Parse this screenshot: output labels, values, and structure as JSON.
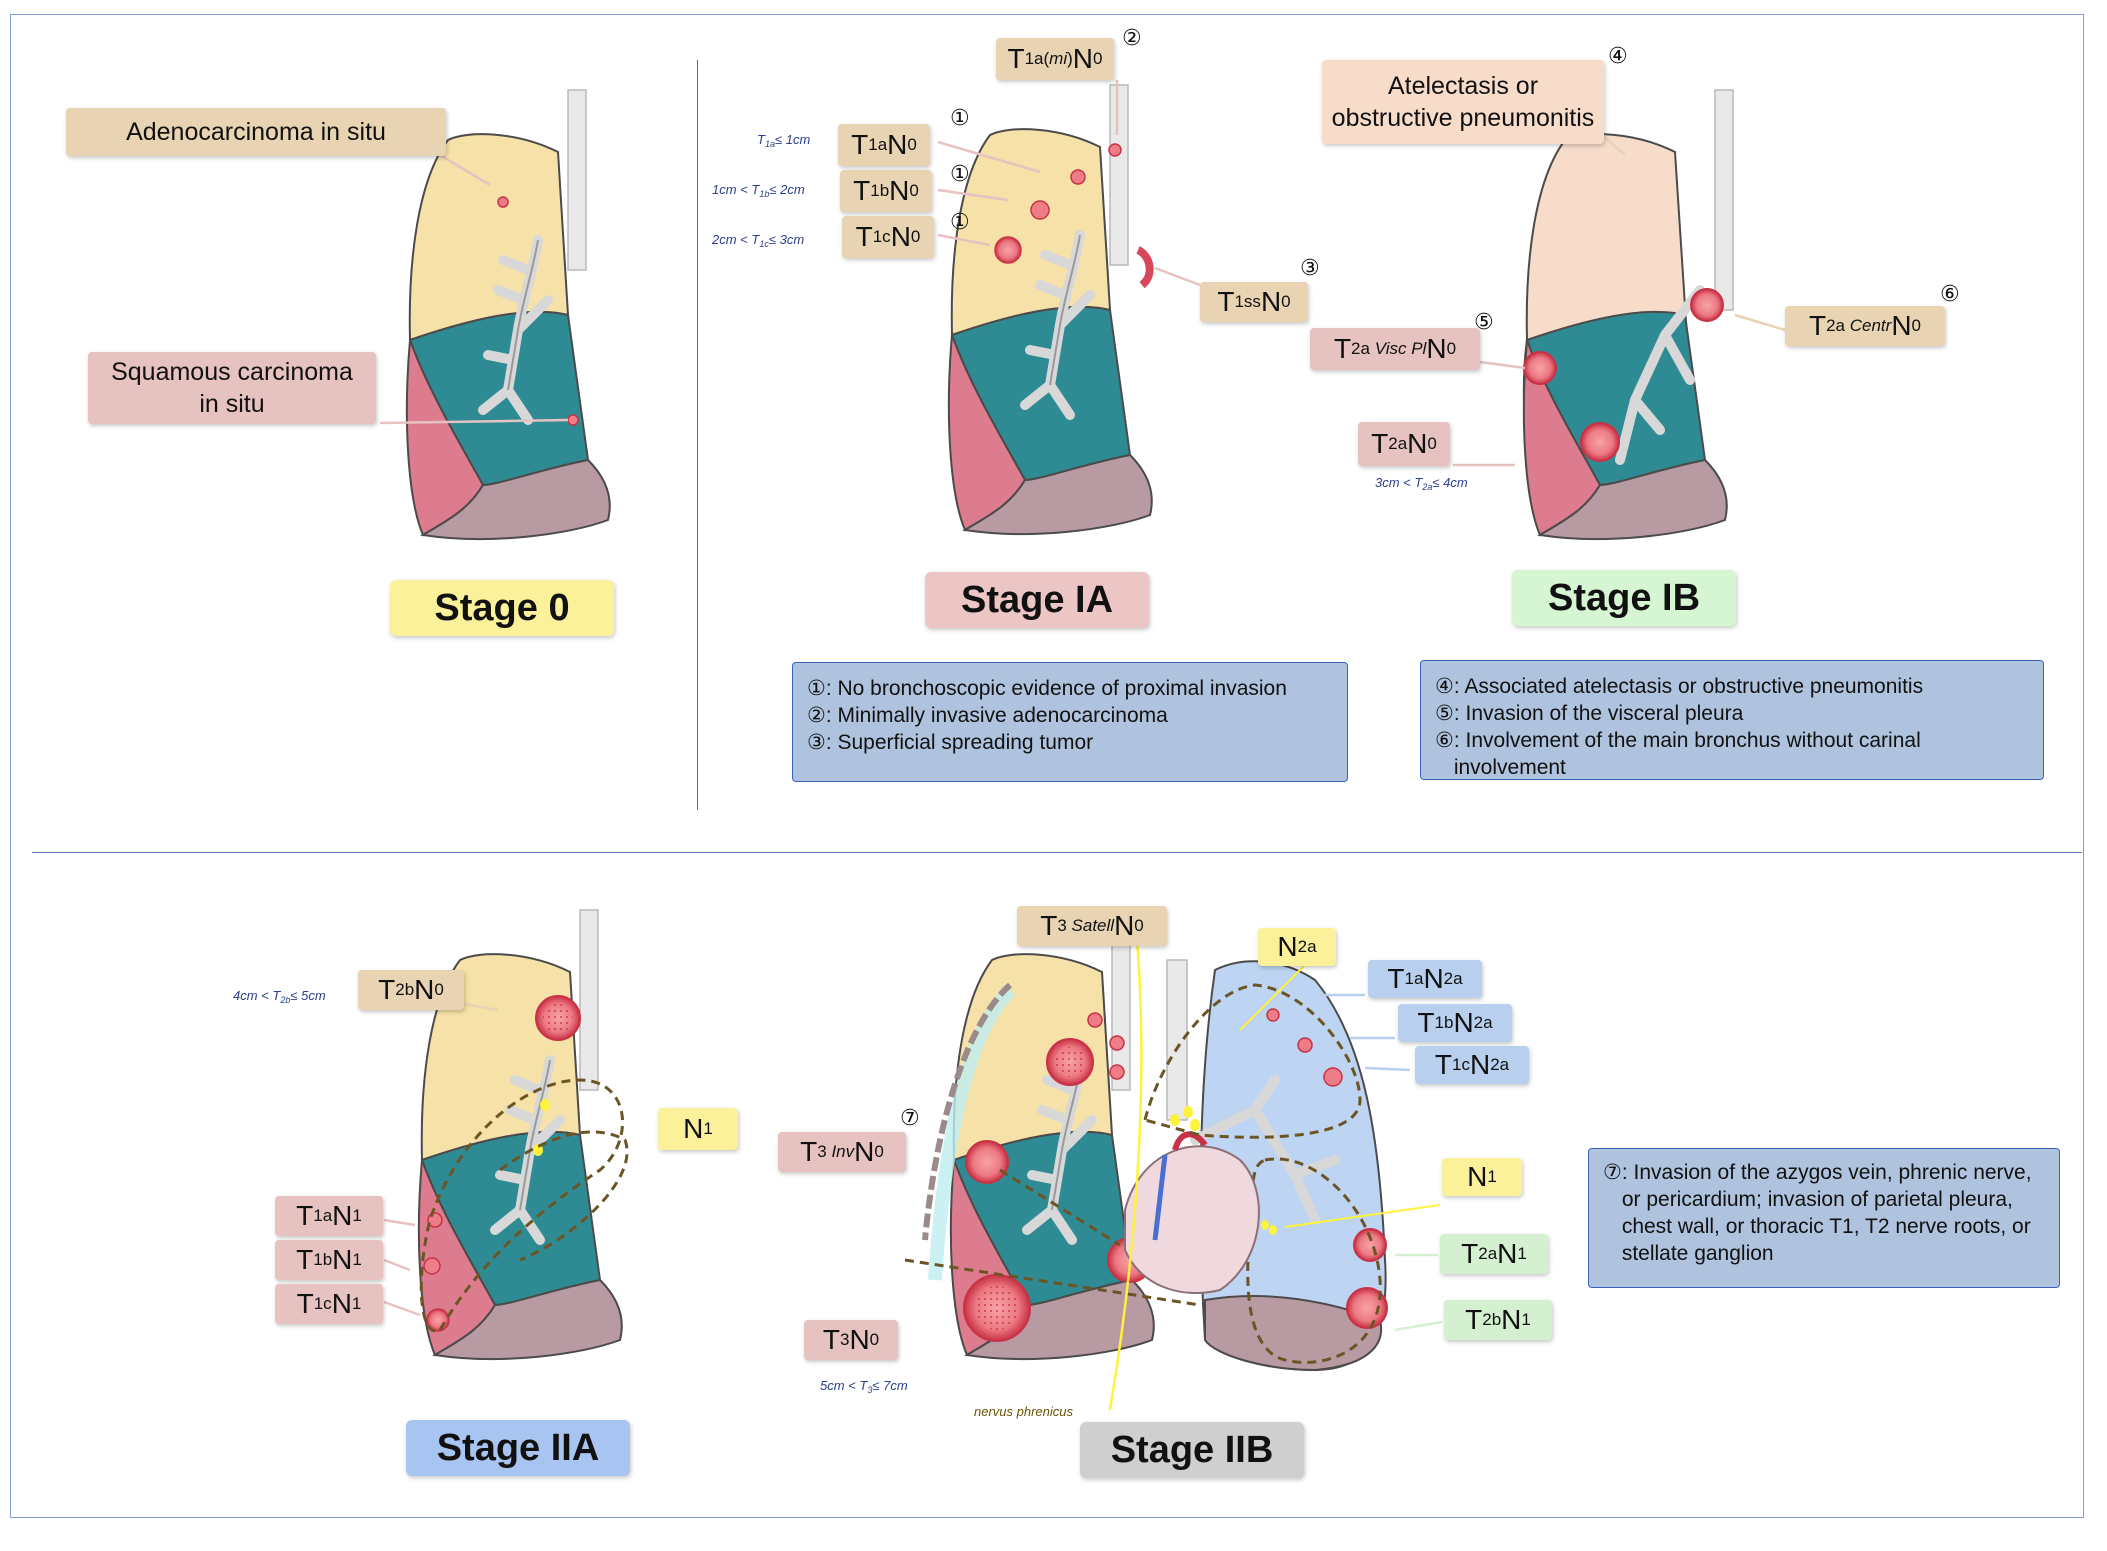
{
  "stages": {
    "s0": "Stage 0",
    "s1a": "Stage IA",
    "s1b": "Stage IB",
    "s2a": "Stage IIA",
    "s2b": "Stage IIB"
  },
  "panel_0": {
    "ais": "Adenocarcinoma in situ",
    "sq_1": "Squamous carcinoma",
    "sq_2": "in situ"
  },
  "panel_ia": {
    "t1a_range": "T1a ≤ 1cm",
    "t1b_range": "1cm < T1b ≤ 2cm",
    "t1c_range": "2cm < T1c ≤ 3cm",
    "t1a_mi_label": "T1a(mi)N0",
    "t1ss_label": "T1ssN0",
    "t1a_label": "T1aN0",
    "t1b_label": "T1bN0",
    "t1c_label": "T1cN0",
    "mark_1": "①",
    "mark_2": "②",
    "mark_3": "③"
  },
  "panel_ib": {
    "atel_1": "Atelectasis or",
    "atel_2": "obstructive pneumonitis",
    "t2a_visc_label": "T2a Visc PlN0",
    "t2a_centr_label": "T2a CentrN0",
    "t2a_label": "T2aN0",
    "t2a_range": "3cm < T2a ≤ 4cm",
    "mark_4": "④",
    "mark_5": "⑤",
    "mark_6": "⑥"
  },
  "notes_ia": [
    {
      "num": "①",
      "text": ": No bronchoscopic evidence of proximal invasion"
    },
    {
      "num": "②",
      "text": ": Minimally invasive adenocarcinoma"
    },
    {
      "num": "③",
      "text": ": Superficial spreading tumor"
    }
  ],
  "notes_ib": [
    {
      "num": "④",
      "text": ": Associated atelectasis or obstructive pneumonitis"
    },
    {
      "num": "⑤",
      "text": ": Invasion of the visceral pleura"
    },
    {
      "num": "⑥",
      "text": ": Involvement of the main bronchus without carinal involvement"
    }
  ],
  "panel_iia": {
    "t2b_range": "4cm < T2b ≤ 5cm",
    "t2b_label": "T2bN0",
    "n1_label": "N1",
    "t1a_n1": "T1aN1",
    "t1b_n1": "T1bN1",
    "t1c_n1": "T1cN1"
  },
  "panel_iib": {
    "t3_satell": "T3 SatellN0",
    "t3_inv": "T3 InvN0",
    "t3": "T3N0",
    "t3_range": "5cm < T3 ≤ 7cm",
    "n2a": "N2a",
    "t1a_n2a": "T1aN2a",
    "t1b_n2a": "T1bN2a",
    "t1c_n2a": "T1cN2a",
    "n1": "N1",
    "t2a_n1": "T2aN1",
    "t2b_n1": "T2bN1",
    "mark_7": "⑦",
    "phrenicus": "nervus phrenicus"
  },
  "note_iib": {
    "num": "⑦",
    "text": " : Invasion of the azygos vein, phrenic nerve, or pericardium; invasion of parietal pleura, chest wall, or thoracic T1, T2 nerve roots, or stellate ganglion"
  },
  "colors": {
    "upper_lobe": "#f6e2a8",
    "middle_lobe": "#2f8b93",
    "lower_lobe": "#dc7c8e",
    "diaphragm": "#b89aa3",
    "tumor": "#e35a6a",
    "note_bg": "#afc3df"
  }
}
